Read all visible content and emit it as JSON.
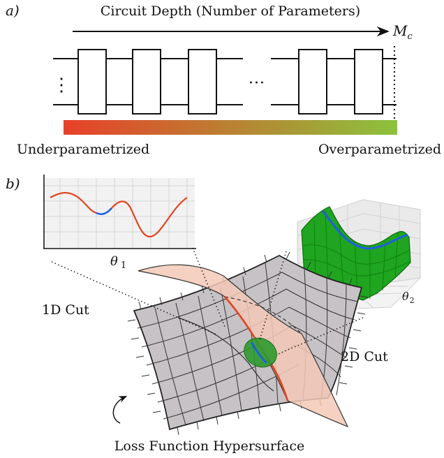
{
  "panel_a": {
    "label": "a)",
    "depth_title": "Circuit Depth (Number of Parameters)",
    "arrow_label": "M",
    "arrow_label_sub": "c",
    "dots_vertical": "⋮",
    "dots_horizontal": "···",
    "under_label": "Underparametrized",
    "over_label": "Overparametrized",
    "gradient_colors": [
      "#e8402a",
      "#8cc23c"
    ]
  },
  "panel_b": {
    "label": "b)",
    "cut1d_label": "1D Cut",
    "cut2d_label": "2D Cut",
    "hypersurface_label": "Loss Function Hypersurface",
    "theta1": "θ",
    "theta1_sub": "1",
    "theta2_sub": "2",
    "colors": {
      "surface": "#c7c2c5",
      "cut_plane": "#f3c9b7",
      "curve": "#e04520",
      "minimum": "#1f5fe0",
      "region": "#2e9a2e",
      "saddle": "#1ea01e"
    }
  }
}
